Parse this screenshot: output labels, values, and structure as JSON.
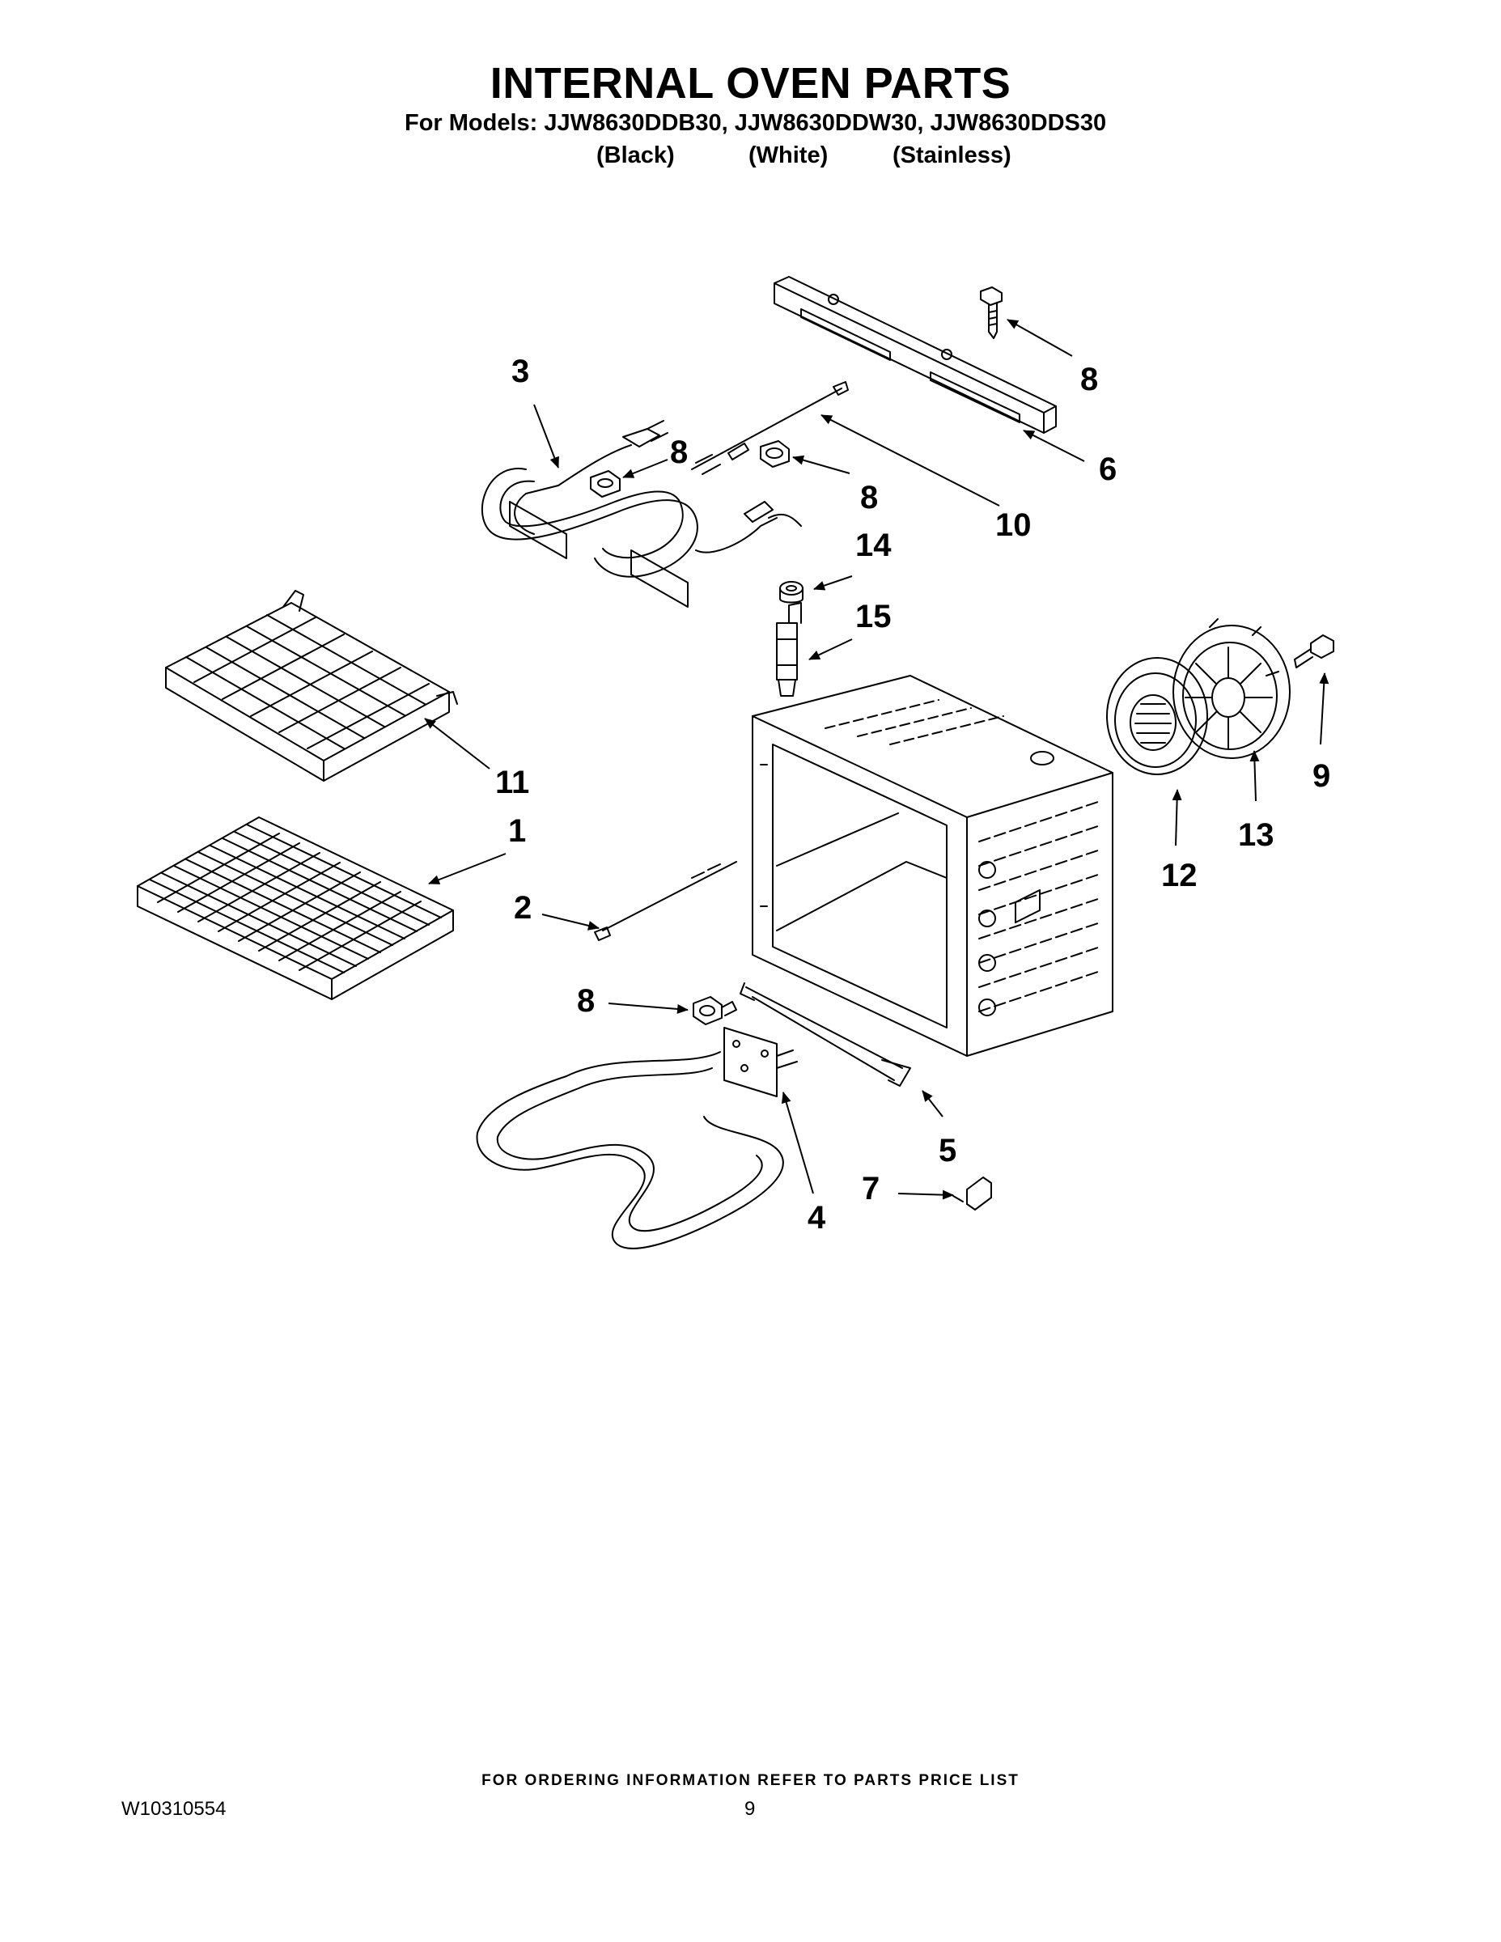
{
  "header": {
    "title": "INTERNAL OVEN PARTS",
    "models": "For Models: JJW8630DDB30, JJW8630DDW30, JJW8630DDS30",
    "variants": [
      "(Black)",
      "(White)",
      "(Stainless)"
    ]
  },
  "callouts": [
    "1",
    "2",
    "3",
    "4",
    "5",
    "6",
    "7",
    "8",
    "9",
    "10",
    "11",
    "12",
    "13",
    "14",
    "15"
  ],
  "footer": {
    "ordering_note": "FOR ORDERING INFORMATION REFER TO PARTS PRICE LIST",
    "doc_number": "W10310554",
    "page_number": "9"
  }
}
